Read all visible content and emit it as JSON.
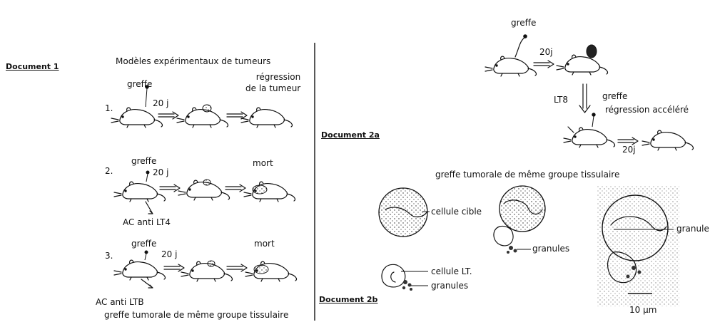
{
  "doc1": {
    "label": "Document 1",
    "title": "Modèles expérimentaux de tumeurs",
    "row1": {
      "num": "1.",
      "greffe": "greffe",
      "days": "20 j",
      "result": "régression\nde la tumeur"
    },
    "row2": {
      "num": "2.",
      "greffe": "greffe",
      "days": "20 j",
      "result": "mort",
      "antibody": "AC anti LT4"
    },
    "row3": {
      "num": "3.",
      "greffe": "greffe",
      "days": "20 j",
      "result": "mort",
      "antibody": "AC anti LTB"
    },
    "footer": "greffe tumorale de même groupe tissulaire"
  },
  "doc2a": {
    "label": "Document 2a",
    "greffe_top": "greffe",
    "days_top": "20j",
    "lt8": "LT8",
    "greffe_mid": "greffe",
    "regression": "régression accéléré",
    "days_bottom": "20j",
    "footer": "greffe tumorale de même groupe tissulaire"
  },
  "doc2b": {
    "label": "Document 2b",
    "cellule_cible": "cellule cible",
    "cellule_lt": "cellule LT.",
    "granules_1": "granules",
    "granules_2": "granules",
    "granule": "granule",
    "scale": "10 µm"
  }
}
